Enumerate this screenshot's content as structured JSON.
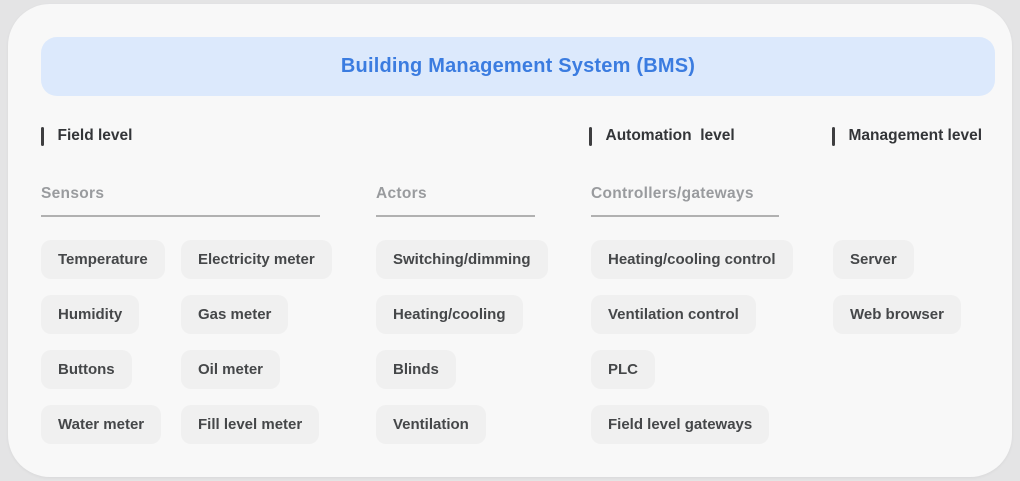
{
  "banner": {
    "title": "Building Management System (BMS)"
  },
  "levels": {
    "field": "Field level",
    "automation": "Automation  level",
    "management": "Management level"
  },
  "groups": {
    "sensors": {
      "heading": "Sensors",
      "items_col1": [
        "Temperature",
        "Humidity",
        "Buttons",
        "Water meter"
      ],
      "items_col2": [
        "Electricity meter",
        "Gas meter",
        "Oil meter",
        "Fill level meter"
      ]
    },
    "actors": {
      "heading": "Actors",
      "items": [
        "Switching/dimming",
        "Heating/cooling",
        "Blinds",
        "Ventilation"
      ]
    },
    "controllers": {
      "heading": "Controllers/gateways",
      "items": [
        "Heating/cooling control",
        "Ventilation control",
        "PLC",
        "Field level gateways"
      ]
    },
    "management": {
      "items": [
        "Server",
        "Web browser"
      ]
    }
  },
  "colors": {
    "banner_bg": "#dce9fc",
    "banner_text": "#3b7ce0",
    "card_bg": "#f8f8f8",
    "page_bg": "#e4e4e5",
    "chip_bg": "#f0f0f0",
    "chip_text": "#454749",
    "heading_text": "#999b9e",
    "level_text": "#333538"
  }
}
